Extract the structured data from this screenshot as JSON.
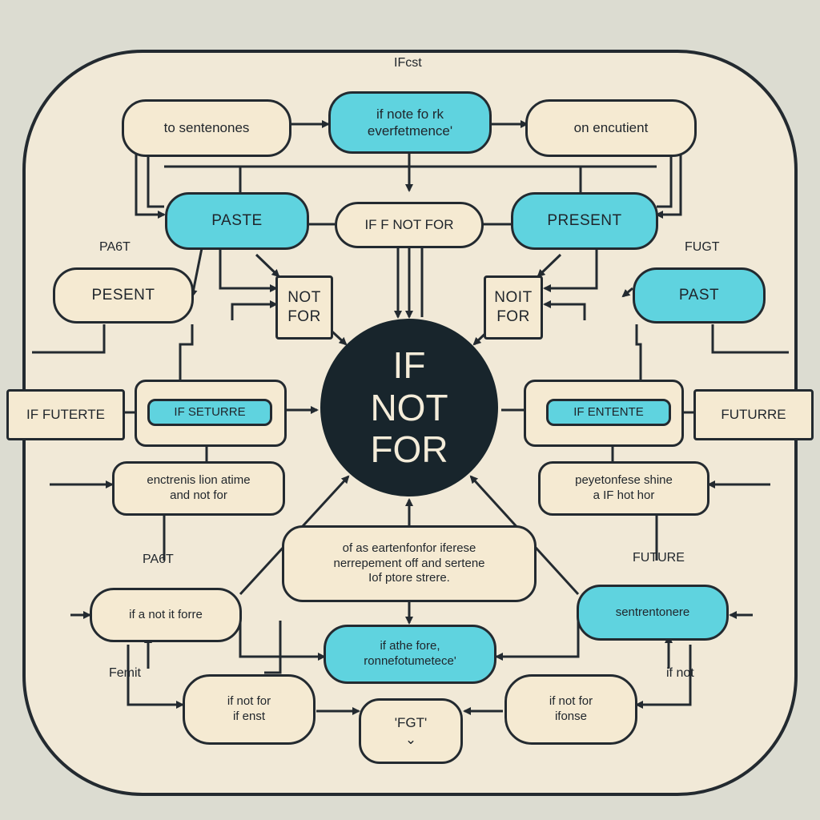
{
  "hub": {
    "text": "IF\nNOT\nFOR"
  },
  "labels": {
    "top": "IFcst",
    "left_past": "PA6T",
    "right_fut": "FUGT",
    "left_past2": "PA6T",
    "right_future": "FUTURE",
    "left_femit": "Femit",
    "right_ifnot": "if not"
  },
  "nodes": {
    "top_left": "to sentenones",
    "top_center": "if note fo rk\neverfetmence'",
    "top_right": "on encutient",
    "paste": "PASTE",
    "if_f_not_for": "IF F NOT FOR",
    "present_cyan": "PRESENT",
    "pesent": "PESENT",
    "past_cyan": "PAST",
    "not_for_left": "NOT\nFOR",
    "not_for_right": "NOIT\nFOR",
    "if_futerte": "IF FUTERTE",
    "if_seture": "IF SETURRE",
    "if_entente": "IF ENTENTE",
    "futurre": "FUTURRE",
    "left_mid": "enctrenis lion atime\nand not for",
    "right_mid": "peyetonfese shine\na IF hot hor",
    "center_bottom": "of as eartenfonfor iferese\nnerrepement off and sertene\nIof ptore strere.",
    "if_a_not": "if a not it forre",
    "sentren": "sentrentonere",
    "center_cyan": "if athe fore,\nronnefotumetece'",
    "bottom_left": "if not for\nif enst",
    "fgt": "'FGT'\n⌄",
    "bottom_right": "if not for\nifonse"
  }
}
